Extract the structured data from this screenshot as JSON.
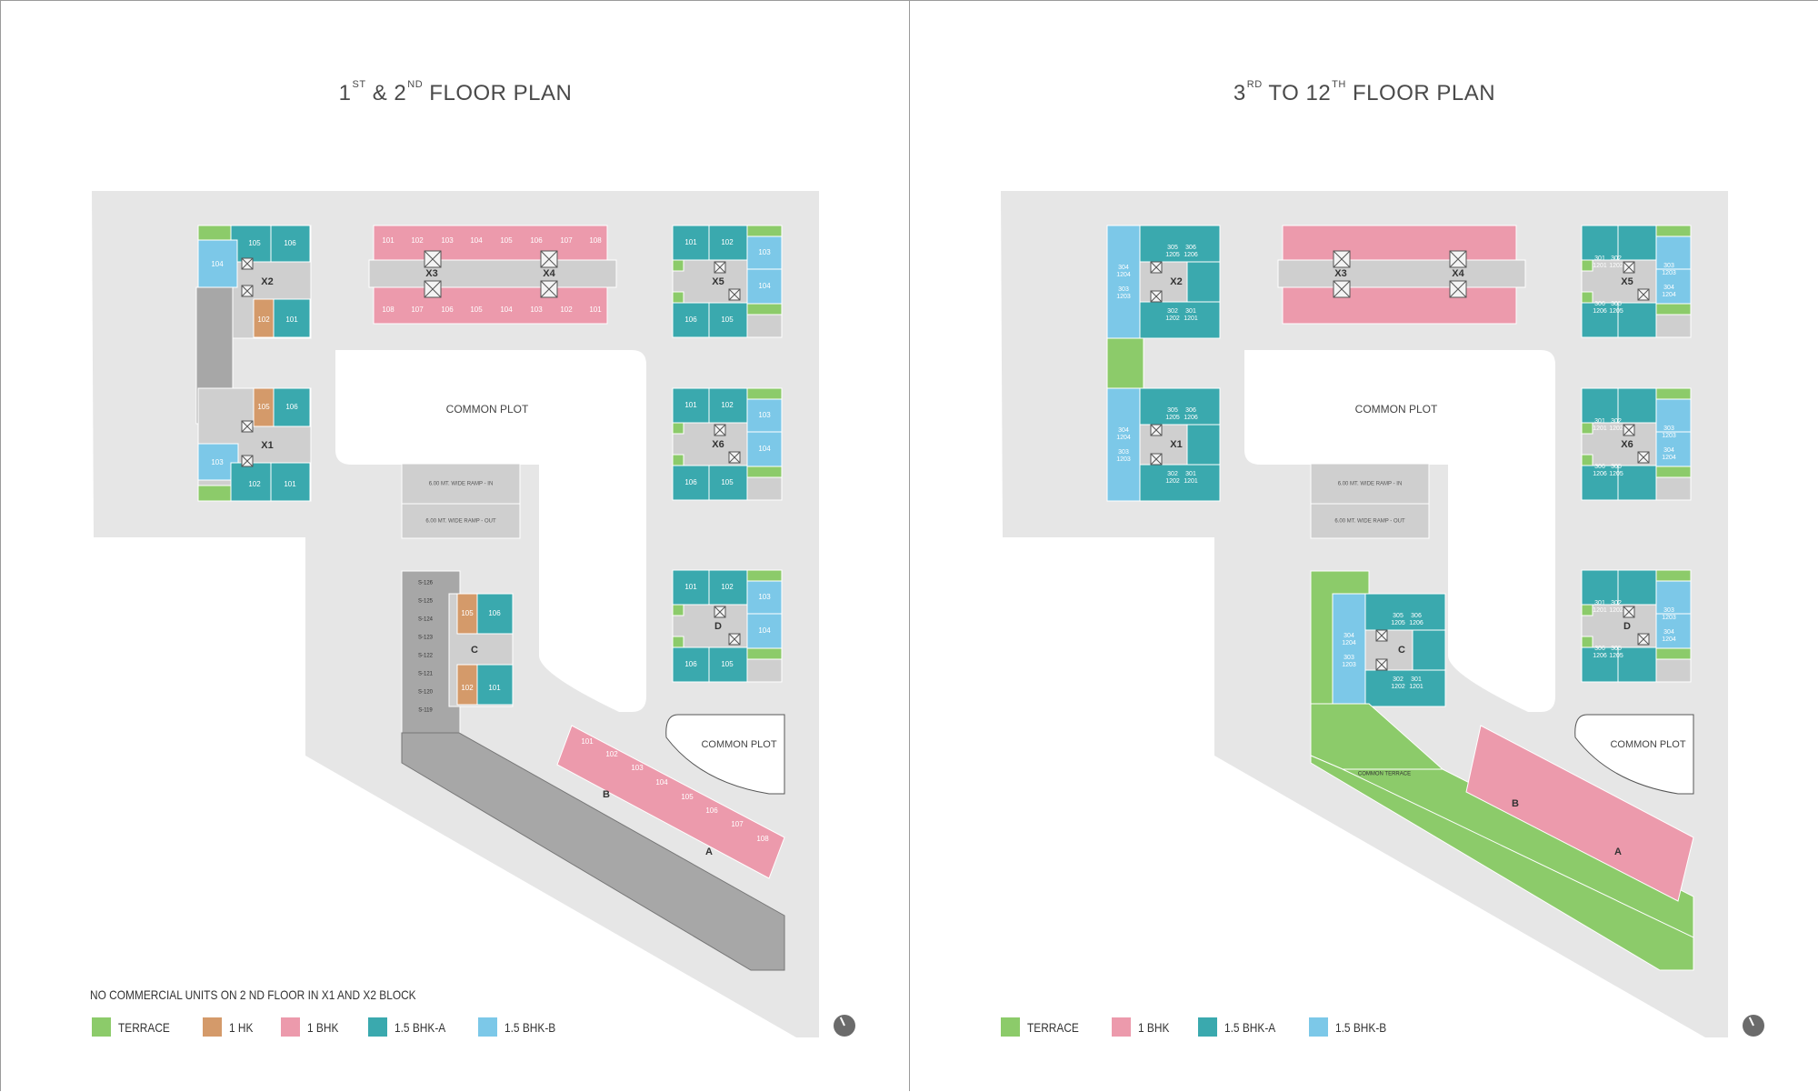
{
  "colors": {
    "terrace": "#8ccb6a",
    "hk": "#d49a6a",
    "bhk1": "#ec9aac",
    "bhk15a": "#3aa9ae",
    "bhk15b": "#7cc8e8",
    "service": "#a7a7a7",
    "site": "#e6e6e6",
    "core": "#cfcfcf"
  },
  "left": {
    "title_main": "1",
    "title_sup1": "ST",
    "title_mid": " & 2",
    "title_sup2": "ND",
    "title_end": " FLOOR PLAN",
    "common_plot_main": "COMMON PLOT",
    "common_plot_small": "COMMON PLOT",
    "ramp_in": "6.00 MT. WIDE RAMP - IN",
    "ramp_out": "6.00 MT. WIDE RAMP - OUT",
    "note": "NO COMMERCIAL UNITS ON 2 ND FLOOR IN X1 AND X2 BLOCK",
    "blocks": {
      "x1": "X1",
      "x2": "X2",
      "x3": "X3",
      "x4": "X4",
      "x5": "X5",
      "x6": "X6",
      "c": "C",
      "d": "D",
      "b": "B",
      "a": "A"
    },
    "legend": [
      {
        "label": "TERRACE",
        "color": "#8ccb6a"
      },
      {
        "label": "1 HK",
        "color": "#d49a6a"
      },
      {
        "label": "1 BHK",
        "color": "#ec9aac"
      },
      {
        "label": "1.5 BHK-A",
        "color": "#3aa9ae"
      },
      {
        "label": "1.5 BHK-B",
        "color": "#7cc8e8"
      }
    ]
  },
  "right": {
    "title_main": "3",
    "title_sup1": "RD",
    "title_mid": " TO 12",
    "title_sup2": "TH",
    "title_end": " FLOOR PLAN",
    "common_plot_main": "COMMON PLOT",
    "common_plot_small": "COMMON PLOT",
    "ramp_in": "6.00 MT. WIDE RAMP - IN",
    "ramp_out": "6.00 MT. WIDE RAMP - OUT",
    "common_terrace": "COMMON TERRACE",
    "blocks": {
      "x1": "X1",
      "x2": "X2",
      "x3": "X3",
      "x4": "X4",
      "x5": "X5",
      "x6": "X6",
      "c": "C",
      "d": "D",
      "b": "B",
      "a": "A"
    },
    "legend": [
      {
        "label": "TERRACE",
        "color": "#8ccb6a"
      },
      {
        "label": "1 BHK",
        "color": "#ec9aac"
      },
      {
        "label": "1.5 BHK-A",
        "color": "#3aa9ae"
      },
      {
        "label": "1.5 BHK-B",
        "color": "#7cc8e8"
      }
    ]
  },
  "units": {
    "x2": [
      "105",
      "106",
      "104",
      "102",
      "101"
    ],
    "x1": [
      "105",
      "106",
      "103",
      "102",
      "101"
    ],
    "x3x4_top": [
      "101",
      "102",
      "103",
      "104",
      "105",
      "106",
      "107",
      "108"
    ],
    "x3x4_bottom": [
      "108",
      "107",
      "106",
      "105",
      "104",
      "103",
      "102",
      "101"
    ],
    "x5": [
      "101",
      "102",
      "103",
      "104",
      "106",
      "105"
    ],
    "x6": [
      "101",
      "102",
      "103",
      "104",
      "106",
      "105"
    ],
    "d": [
      "101",
      "102",
      "103",
      "104",
      "106",
      "105"
    ],
    "c": [
      "105",
      "106",
      "102",
      "101"
    ],
    "ab": [
      "101",
      "102",
      "103",
      "104",
      "105",
      "106",
      "107",
      "108"
    ],
    "shops": [
      "S-126",
      "S-125",
      "S-124",
      "S-123",
      "S-122",
      "S-121",
      "S-120",
      "S-119"
    ],
    "x2_upper": [
      "305\n1205",
      "306\n1206",
      "304\n1204",
      "303\n1203",
      "302\n1202",
      "301\n1201"
    ],
    "upper_pair": [
      "301\n1201",
      "302\n1202",
      "303\n1203",
      "304\n1204",
      "306\n1206",
      "305\n1205"
    ]
  }
}
